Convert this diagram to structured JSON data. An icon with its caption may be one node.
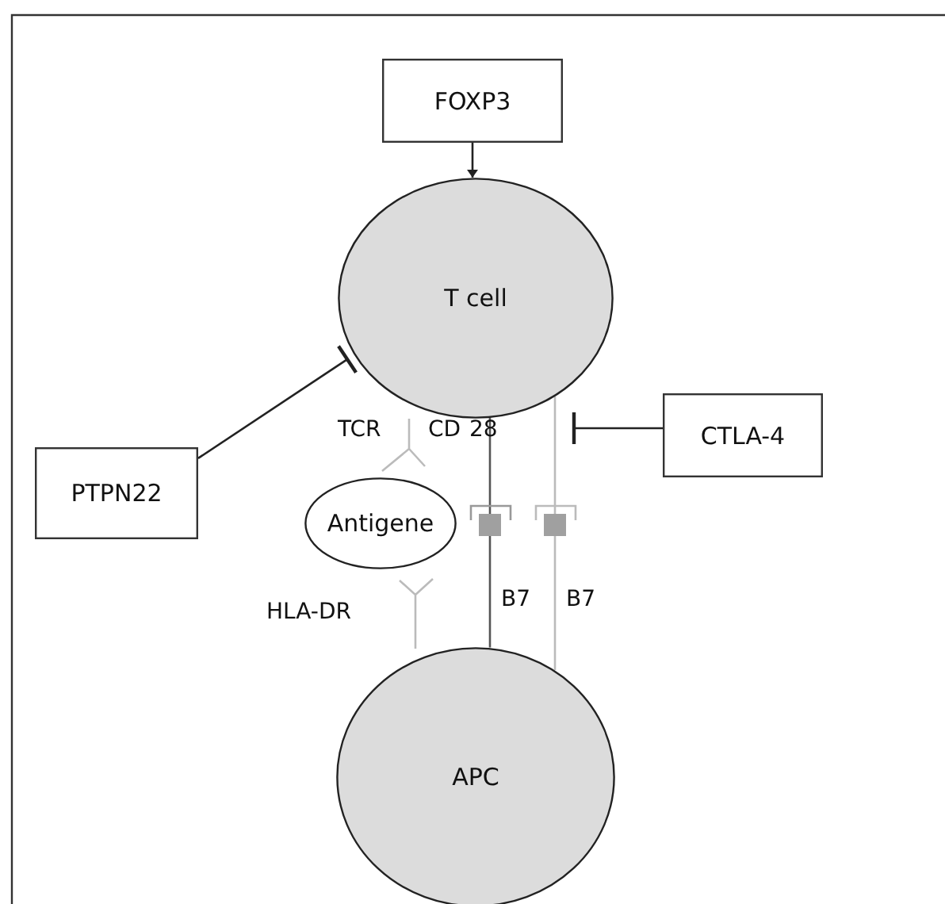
{
  "diagram": {
    "nodes": [
      {
        "text": [
          "FOXP3"
        ]
      },
      {
        "text": [
          "T cell"
        ]
      },
      {
        "text": [
          "PTPN22"
        ]
      },
      {
        "text": [
          "CTLA-4"
        ]
      },
      {
        "text": [
          "Antigene"
        ]
      },
      {
        "text": [
          "APC"
        ]
      }
    ],
    "edges": [
      {
        "from": 0,
        "to": 1,
        "arrow": "to"
      },
      {
        "from": 2,
        "to": 1,
        "arrow": "other"
      },
      {
        "from": 3,
        "to": 1,
        "arrow": "other"
      },
      {
        "from": 1,
        "to": 5,
        "arrow": "none"
      },
      {
        "from": 1,
        "to": 5,
        "arrow": "none",
        "color": "#bbbbbb"
      }
    ],
    "labels": [
      "TCR",
      "CD 28",
      "B7",
      "B7",
      "HLA-DR"
    ]
  }
}
